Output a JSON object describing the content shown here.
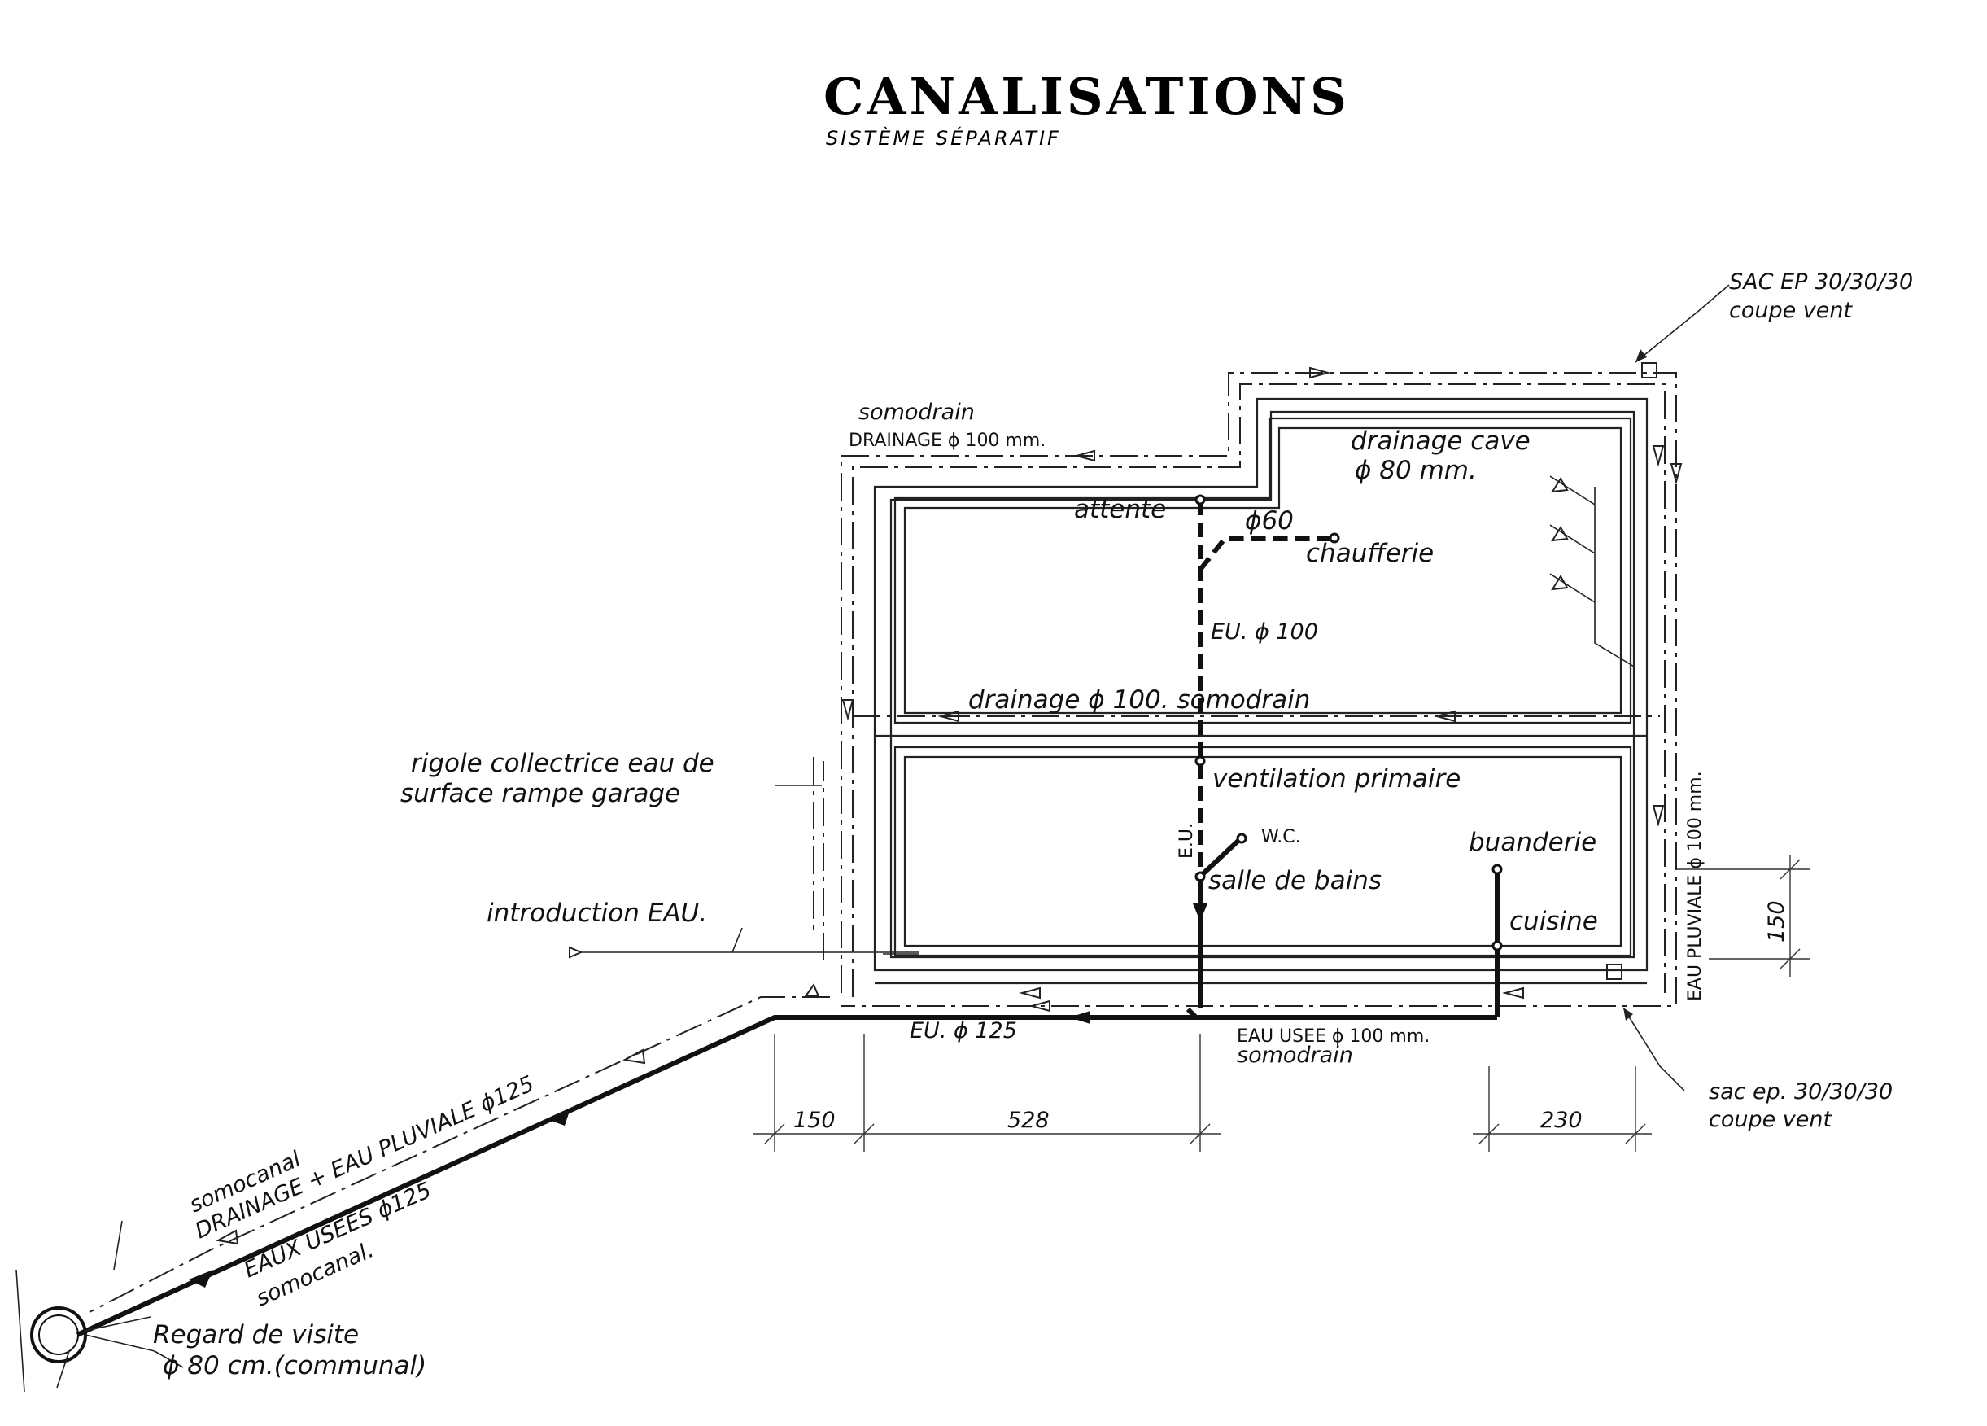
{
  "title": "CANALISATIONS",
  "subtitle": "SISTÈME SÉPARATIF",
  "labels": {
    "sac_top_1": "SAC EP 30/30/30",
    "sac_top_2": "coupe vent",
    "somodrain_top": "somodrain",
    "drainage_top": "DRAINAGE ϕ 100 mm.",
    "drainage_cave_1": "drainage cave",
    "drainage_cave_2": "ϕ 80 mm.",
    "attente": "attente",
    "phi60": "ϕ60",
    "chaufferie": "chaufferie",
    "eu100": "EU. ϕ 100",
    "drainage_mid": "drainage ϕ 100. somodrain",
    "ventilation": "ventilation primaire",
    "rigole_1": "rigole collectrice eau de",
    "rigole_2": "surface rampe garage",
    "eu_vertical": "E.U.",
    "wc": "W.C.",
    "salle_de_bains": "salle de bains",
    "buanderie": "buanderie",
    "cuisine": "cuisine",
    "eau_pluviale_vertical": "EAU PLUVIALE ϕ 100 mm.",
    "introduction_eau": "introduction EAU.",
    "eu125": "EU. ϕ 125",
    "eau_usee_1": "EAU USEE ϕ 100 mm.",
    "eau_usee_2": "somodrain",
    "sac_bottom_1": "sac ep. 30/30/30",
    "sac_bottom_2": "coupe vent",
    "somocanal_top": "somocanal",
    "drainage_pluviale": "DRAINAGE + EAU PLUVIALE ϕ125",
    "eaux_usees": "EAUX USEES ϕ125",
    "somocanal_bottom": "somocanal.",
    "regard_1": "Regard de visite",
    "regard_2": "ϕ 80 cm.(communal)"
  },
  "dimensions": {
    "d150_bottom": "150",
    "d528": "528",
    "d230": "230",
    "d150_right": "150"
  }
}
